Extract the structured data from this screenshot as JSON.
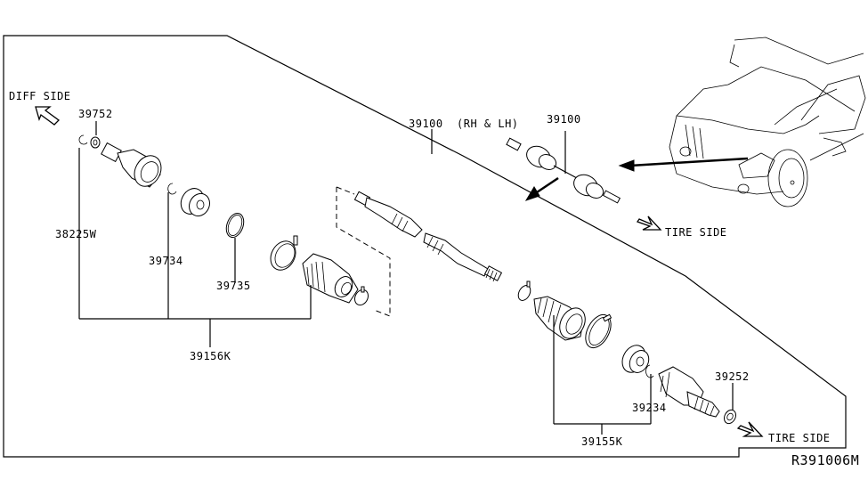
{
  "diagram": {
    "reference_code": "R391006M",
    "direction_labels": {
      "diff_side": "DIFF SIDE",
      "tire_side_top": "TIRE SIDE",
      "tire_side_bottom": "TIRE SIDE"
    },
    "parts": {
      "p39752": "39752",
      "p38225W": "38225W",
      "p39734": "39734",
      "p39735": "39735",
      "p39156K": "39156K",
      "p39100_main": "39100",
      "p39100_main_note": "(RH & LH)",
      "p39100_inset": "39100",
      "p39252": "39252",
      "p39234": "39234",
      "p39155K": "39155K"
    },
    "icons": {
      "diff_side_arrow": "hollow-arrow-up-left",
      "tire_side_arrow": "hollow-arrow-down-right",
      "vehicle": "suv-front-three-quarter-outline"
    }
  }
}
